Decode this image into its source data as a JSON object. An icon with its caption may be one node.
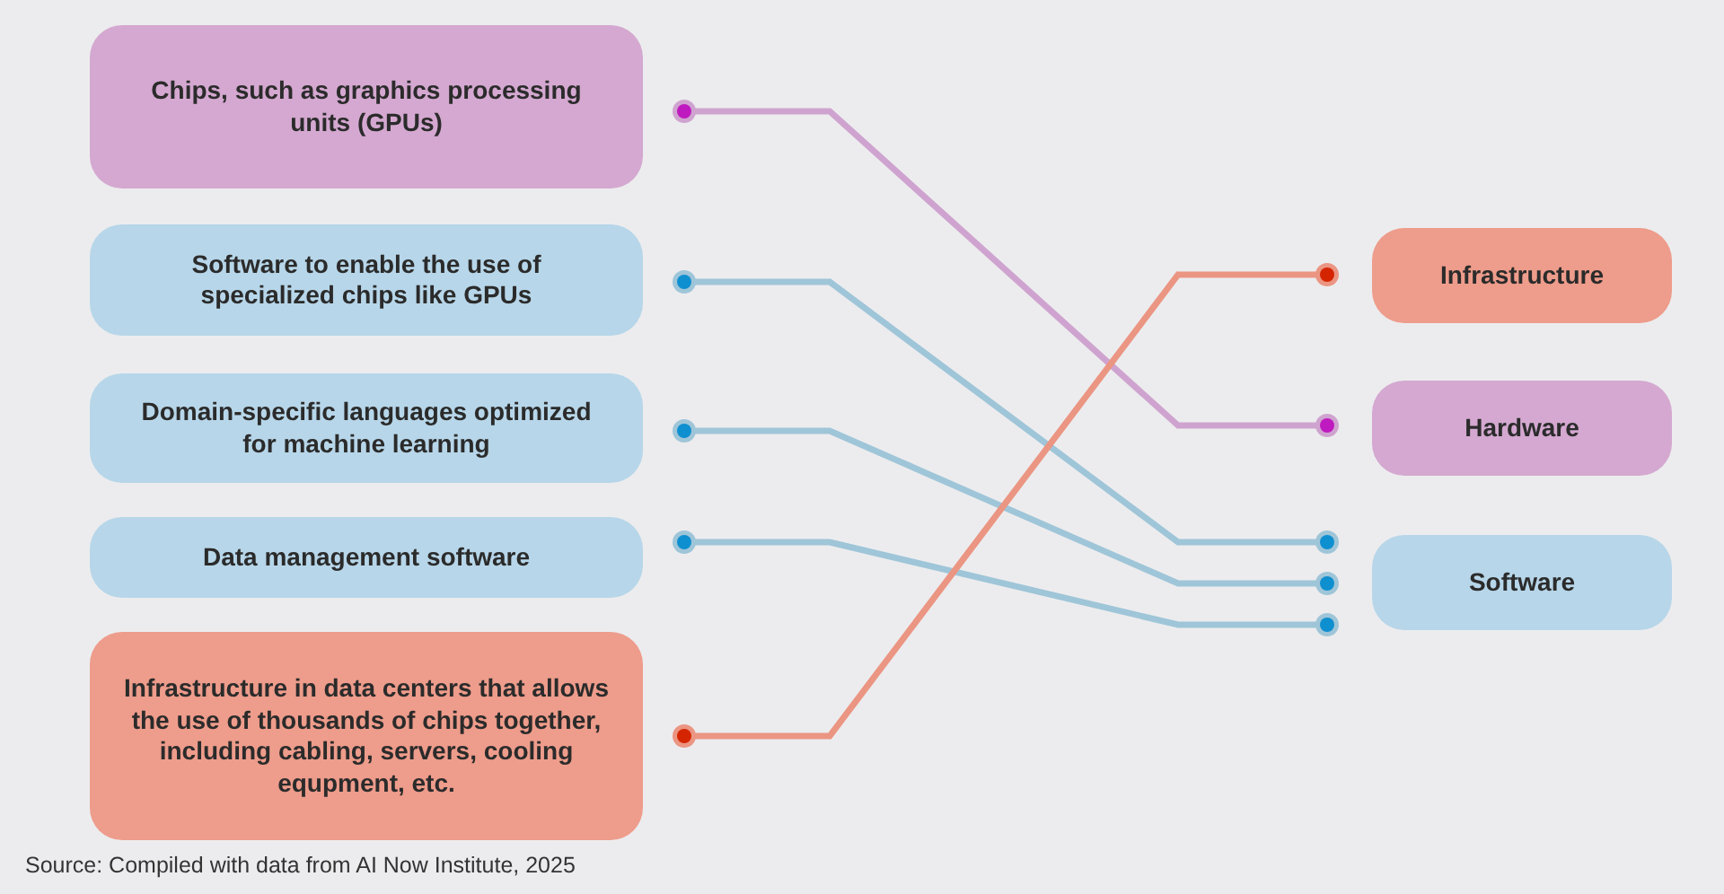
{
  "diagram": {
    "nodes": [
      {
        "text": [
          "Chips, such as graphics processing units (GPUs)"
        ]
      },
      {
        "text": [
          "Software to enable the use of specialized chips like GPUs"
        ]
      },
      {
        "text": [
          "Domain-specific languages optimized for machine learning"
        ]
      },
      {
        "text": [
          "Data management software"
        ]
      },
      {
        "text": [
          "Infrastructure in data centers that allows the use of thousands of chips together, including cabling, servers, cooling equpment, etc."
        ]
      },
      {
        "text": [
          "Infrastructure"
        ]
      },
      {
        "text": [
          "Hardware"
        ]
      },
      {
        "text": [
          "Software"
        ]
      }
    ],
    "edges": [
      {
        "from": 0,
        "to": 6,
        "arrow": "other",
        "color": "#cfa3cf"
      },
      {
        "from": 1,
        "to": 7,
        "arrow": "other"
      },
      {
        "from": 2,
        "to": 7,
        "arrow": "other"
      },
      {
        "from": 3,
        "to": 7,
        "arrow": "other"
      },
      {
        "from": 4,
        "to": 5,
        "arrow": "other",
        "color": "#eb9583"
      }
    ],
    "labels": [
      "Source: Compiled with data from AI Now Institute, 2025"
    ]
  }
}
